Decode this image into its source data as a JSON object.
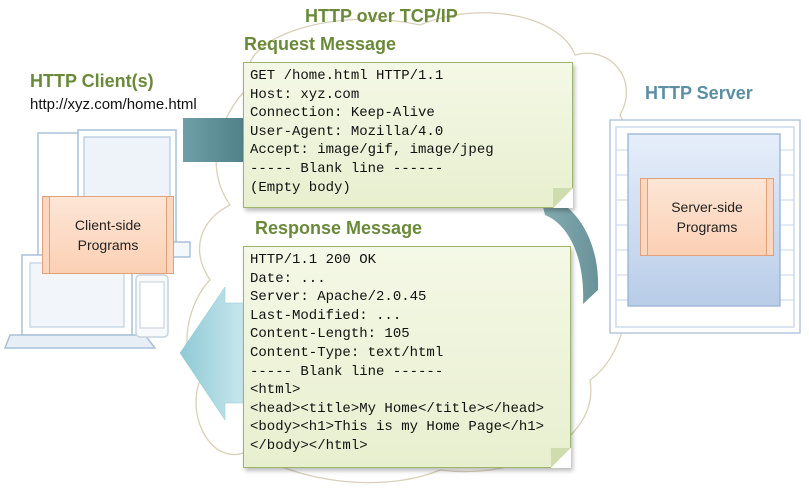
{
  "title": "HTTP over TCP/IP",
  "client": {
    "heading": "HTTP Client(s)",
    "url": "http://xyz.com/home.html",
    "programs_label": "Client-side\nPrograms"
  },
  "server": {
    "heading": "HTTP Server",
    "programs_label": "Server-side\nPrograms"
  },
  "request": {
    "heading": "Request Message",
    "lines": [
      "GET /home.html HTTP/1.1",
      "Host: xyz.com",
      "Connection: Keep-Alive",
      "User-Agent: Mozilla/4.0",
      "Accept: image/gif, image/jpeg",
      "----- Blank line ------",
      "(Empty body)"
    ]
  },
  "response": {
    "heading": "Response Message",
    "lines": [
      "HTTP/1.1 200 OK",
      "Date: ...",
      "Server: Apache/2.0.45",
      "Last-Modified: ...",
      "Content-Length: 105",
      "Content-Type: text/html",
      "----- Blank line ------",
      "<html>",
      "<head><title>My Home</title></head>",
      "<body><h1>This is my Home Page</h1>",
      "</body></html>"
    ]
  },
  "colors": {
    "green_heading": "#6a8a3a",
    "blue_heading": "#5b8fa3",
    "note_fill": "#eef3dc",
    "arrow_teal": "#5f8f96",
    "arrow_light_blue": "#9fd0da",
    "program_box": "#fbd7c0",
    "server_fill": "#c9d9ef"
  }
}
